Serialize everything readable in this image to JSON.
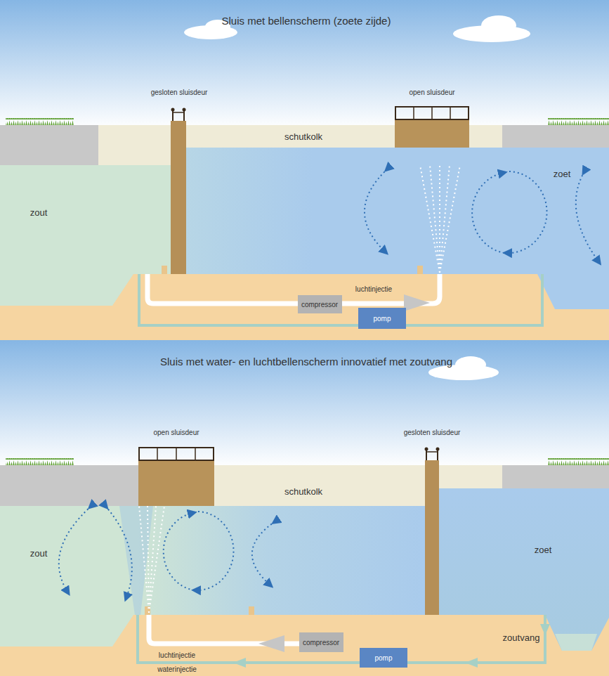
{
  "diagram": {
    "nodes": [
      {
        "text": [
          "compressor"
        ]
      },
      {
        "text": [
          "pomp"
        ]
      },
      {
        "text": [
          "compressor"
        ]
      },
      {
        "text": [
          "pomp"
        ]
      }
    ],
    "labels": [
      "Sluis met bellenscherm (zoete zijde)",
      "gesloten sluisdeur",
      "open sluisdeur",
      "schutkolk",
      "zoet",
      "zout",
      "luchtinjectie",
      "Sluis met water- en luchtbellenscherm innovatief met zoutvang",
      "open sluisdeur",
      "gesloten sluisdeur",
      "schutkolk",
      "zout",
      "zoet",
      "zoutvang",
      "luchtinjectie",
      "waterinjectie"
    ]
  }
}
